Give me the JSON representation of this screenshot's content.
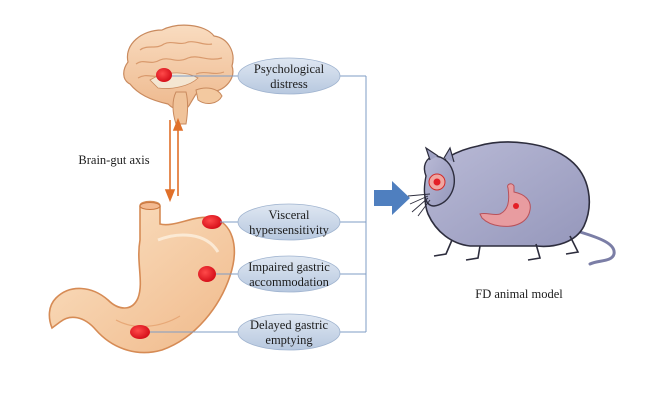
{
  "labels": {
    "axis": "Brain-gut axis",
    "model": "FD animal model"
  },
  "factors": [
    {
      "id": "psychological",
      "line1": "Psychological",
      "line2": "distress"
    },
    {
      "id": "visceral",
      "line1": "Visceral",
      "line2": "hypersensitivity"
    },
    {
      "id": "accommodation",
      "line1": "Impaired gastric",
      "line2": "accommodation"
    },
    {
      "id": "emptying",
      "line1": "Delayed gastric",
      "line2": "emptying"
    }
  ],
  "colors": {
    "pill_fill": "#c9d6e8",
    "pill_edge": "#9fb3cf",
    "connector": "#7f9cc4",
    "arrow": "#4f7fbf",
    "axis_arrow": "#e0702a",
    "hotspot": "#e41f26",
    "stomach": "#f6cfa3",
    "mouse": "#a7a9c9"
  }
}
